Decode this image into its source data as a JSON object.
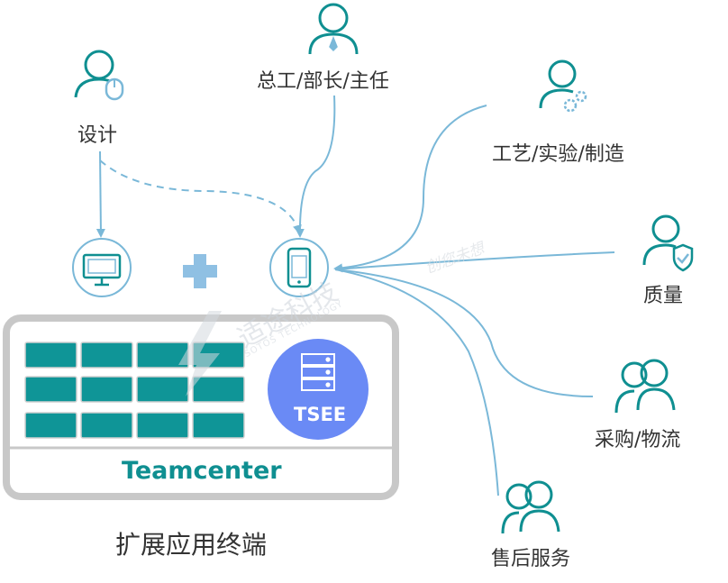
{
  "roles": {
    "design": "设计",
    "chief": "总工/部长/主任",
    "process": "工艺/实验/制造",
    "quality": "质量",
    "purchase": "采购/物流",
    "service": "售后服务"
  },
  "panel": {
    "system": "Teamcenter",
    "extension": "TSEE",
    "caption": "扩展应用终端"
  },
  "watermarks": {
    "company": "适途科技",
    "company_en": "SOTOS TECHNOLOGY",
    "slogan": "创您未想"
  },
  "colors": {
    "teal": "#0f8f91",
    "line": "#7ab8d8",
    "plus": "#8fc0e3",
    "tsee": "#6a8af5",
    "frame": "#c8c8c8"
  }
}
